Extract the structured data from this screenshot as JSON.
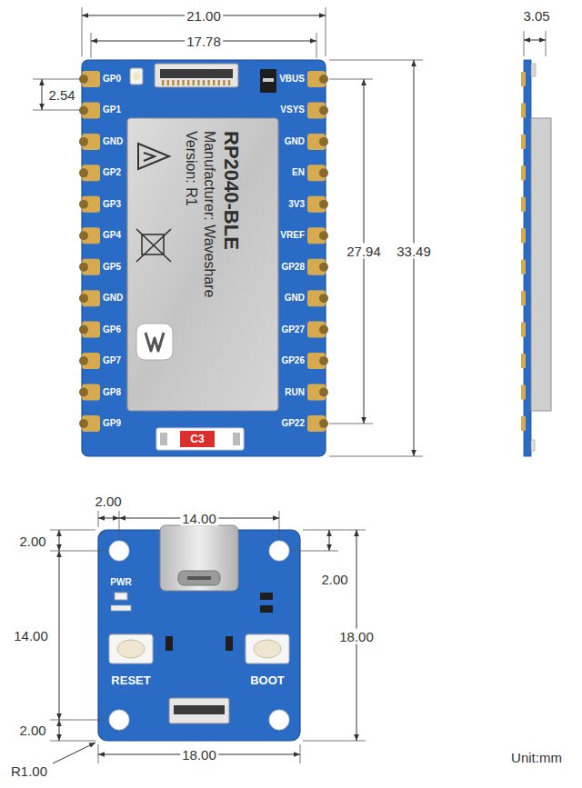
{
  "diagram": {
    "nodes": [
      {
        "text": [
          "RP2040-BLE",
          "Manufacturer: Waveshare",
          "Version: R1"
        ]
      },
      {
        "text": [
          "C3"
        ]
      }
    ],
    "labels": [
      "21.00",
      "17.78",
      "2.54",
      "3.05",
      "27.94",
      "33.49",
      "GP0",
      "GP1",
      "GND",
      "GP2",
      "GP3",
      "GP4",
      "GP5",
      "GND",
      "GP6",
      "GP7",
      "GP8",
      "GP9",
      "VBUS",
      "VSYS",
      "GND",
      "EN",
      "3V3",
      "VREF",
      "GP28",
      "GND",
      "GP27",
      "GP26",
      "RUN",
      "GP22",
      "2.00",
      "14.00",
      "2.00",
      "2.00",
      "14.00",
      "18.00",
      "2.00",
      "R1.00",
      "18.00",
      "PWR",
      "RESET",
      "BOOT",
      "Unit:mm"
    ]
  }
}
